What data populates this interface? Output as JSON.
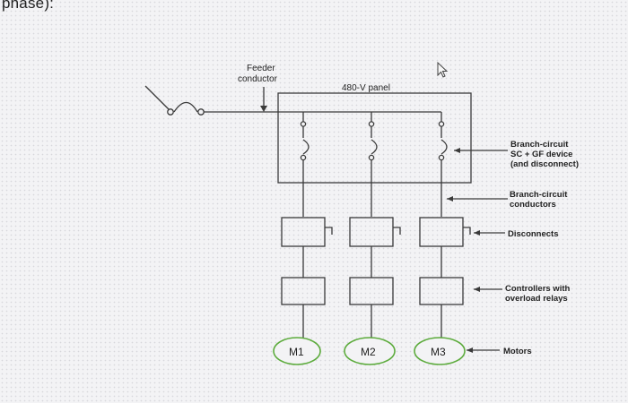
{
  "page": {
    "top_text": "phase):"
  },
  "diagram": {
    "feeder_label": [
      "Feeder",
      "conductor"
    ],
    "panel_label": "480-V panel",
    "motors": [
      "M1",
      "M2",
      "M3"
    ],
    "annotations": {
      "branch_device": [
        "Branch-circuit",
        "SC + GF device",
        "(and disconnect)"
      ],
      "branch_conductors": [
        "Branch-circuit",
        "conductors"
      ],
      "disconnects": "Disconnects",
      "controllers": [
        "Controllers with",
        "overload relays"
      ],
      "motors": "Motors"
    },
    "colors": {
      "line": "#3a3a3a",
      "motor_outline": "#5cab3c",
      "background": "#f3f3f5"
    }
  }
}
